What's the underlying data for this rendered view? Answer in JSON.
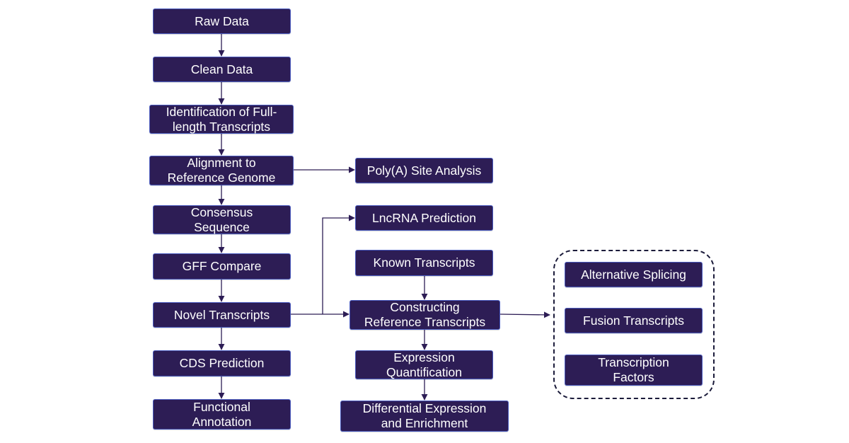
{
  "colors": {
    "node_fill": "#2d1d55",
    "node_border": "#4a5bbf",
    "node_text": "#ffffff",
    "connector": "#2d1d55",
    "group_border": "#1b1b3a"
  },
  "nodes": {
    "raw_data": "Raw Data",
    "clean_data": "Clean Data",
    "identification_full_length": [
      "Identification of Full-",
      "length Transcripts"
    ],
    "alignment_reference_genome": [
      "Alignment to",
      "Reference Genome"
    ],
    "consensus_sequence": [
      "Consensus",
      "Sequence"
    ],
    "gff_compare": "GFF Compare",
    "novel_transcripts": "Novel Transcripts",
    "cds_prediction": "CDS Prediction",
    "functional_annotation": [
      "Functional",
      "Annotation"
    ],
    "polya_site_analysis": "Poly(A) Site Analysis",
    "lncrna_prediction": "LncRNA Prediction",
    "known_transcripts": "Known Transcripts",
    "constructing_reference_transcripts": [
      "Constructing",
      "Reference Transcripts"
    ],
    "expression_quantification": [
      "Expression",
      "Quantification"
    ],
    "differential_expression_enrichment": [
      "Differential Expression",
      "and Enrichment"
    ],
    "alternative_splicing": "Alternative Splicing",
    "fusion_transcripts": "Fusion Transcripts",
    "transcription_factors": [
      "Transcription",
      "Factors"
    ]
  }
}
